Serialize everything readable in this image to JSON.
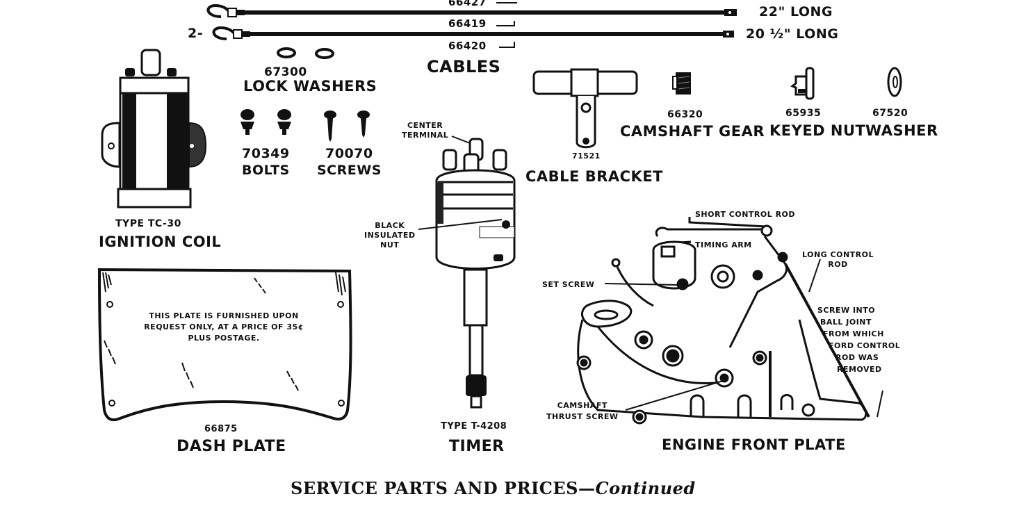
{
  "cables": {
    "part_top": "66427",
    "part_mid": "66419",
    "part_bottom": "66420",
    "quantity_prefix": "2-",
    "length_1": "22\" LONG",
    "length_2": "20 ½\" LONG",
    "title": "CABLES"
  },
  "lock_washers": {
    "part": "67300",
    "name": "LOCK WASHERS"
  },
  "bolts": {
    "part": "70349",
    "name": "BOLTS"
  },
  "screws": {
    "part": "70070",
    "name": "SCREWS"
  },
  "ignition_coil": {
    "type": "TYPE TC-30",
    "name": "IGNITION COIL"
  },
  "cable_bracket": {
    "part": "71521",
    "name": "CABLE BRACKET"
  },
  "camshaft_gear": {
    "part": "66320",
    "name": "CAMSHAFT GEAR"
  },
  "keyed_nut": {
    "part": "65935",
    "name": "KEYED NUT"
  },
  "washer": {
    "part": "67520",
    "name": "WASHER"
  },
  "timer": {
    "callout_center": [
      "CENTER",
      "TERMINAL"
    ],
    "callout_nut": [
      "BLACK",
      "INSULATED",
      "NUT"
    ],
    "type": "TYPE T-4208",
    "name": "TIMER"
  },
  "dash_plate": {
    "note": [
      "THIS PLATE IS FURNISHED UPON",
      "REQUEST ONLY, AT A PRICE OF 35¢",
      "PLUS POSTAGE."
    ],
    "part": "66875",
    "name": "DASH PLATE"
  },
  "engine_front_plate": {
    "callouts": {
      "short_control_rod": "SHORT CONTROL ROD",
      "timing_arm": "TIMING ARM",
      "long_control_rod": [
        "LONG CONTROL",
        "ROD"
      ],
      "set_screw": "SET SCREW",
      "ball_joint": [
        "SCREW INTO",
        "BALL JOINT",
        "FROM WHICH",
        "FORD CONTROL",
        "ROD WAS",
        "REMOVED"
      ],
      "thrust_screw": [
        "CAMSHAFT",
        "THRUST SCREW"
      ]
    },
    "name": "ENGINE FRONT PLATE"
  },
  "footer": {
    "title": "SERVICE PARTS AND PRICES—",
    "continued": "Continued"
  }
}
